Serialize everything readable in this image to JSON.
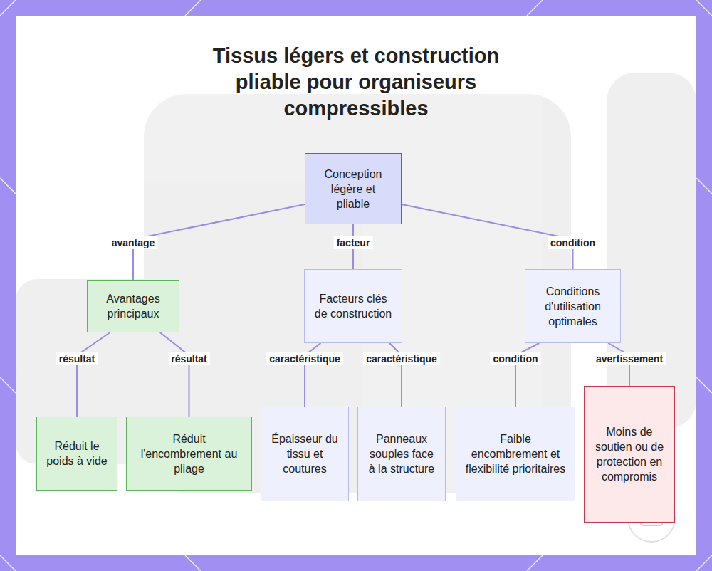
{
  "diagram": {
    "title": "Tissus légers et construction pliable pour organiseurs compressibles",
    "nodes": [
      {
        "text": [
          "Conception légère et pliable"
        ]
      },
      {
        "text": [
          "Avantages principaux"
        ]
      },
      {
        "text": [
          "Facteurs clés de construction"
        ]
      },
      {
        "text": [
          "Conditions d'utilisation optimales"
        ]
      },
      {
        "text": [
          "Réduit le poids à vide"
        ]
      },
      {
        "text": [
          "Réduit l'encombrement au pliage"
        ]
      },
      {
        "text": [
          "Épaisseur du tissu et coutures"
        ]
      },
      {
        "text": [
          "Panneaux souples face à la structure"
        ]
      },
      {
        "text": [
          "Faible encombrement et flexibilité prioritaires"
        ]
      },
      {
        "text": [
          "Moins de soutien ou de protection en compromis"
        ]
      }
    ],
    "edges": [
      {
        "from": 0,
        "to": 1,
        "label": "avantage",
        "arrow": "none"
      },
      {
        "from": 0,
        "to": 2,
        "label": "facteur",
        "arrow": "none"
      },
      {
        "from": 0,
        "to": 3,
        "label": "condition",
        "arrow": "none"
      },
      {
        "from": 1,
        "to": 4,
        "label": "résultat",
        "arrow": "none"
      },
      {
        "from": 1,
        "to": 5,
        "label": "résultat",
        "arrow": "none"
      },
      {
        "from": 2,
        "to": 6,
        "label": "caractéristique",
        "arrow": "none"
      },
      {
        "from": 2,
        "to": 7,
        "label": "caractéristique",
        "arrow": "none"
      },
      {
        "from": 3,
        "to": 8,
        "label": "condition",
        "arrow": "none"
      },
      {
        "from": 3,
        "to": 9,
        "label": "avertissement",
        "arrow": "none"
      }
    ]
  }
}
